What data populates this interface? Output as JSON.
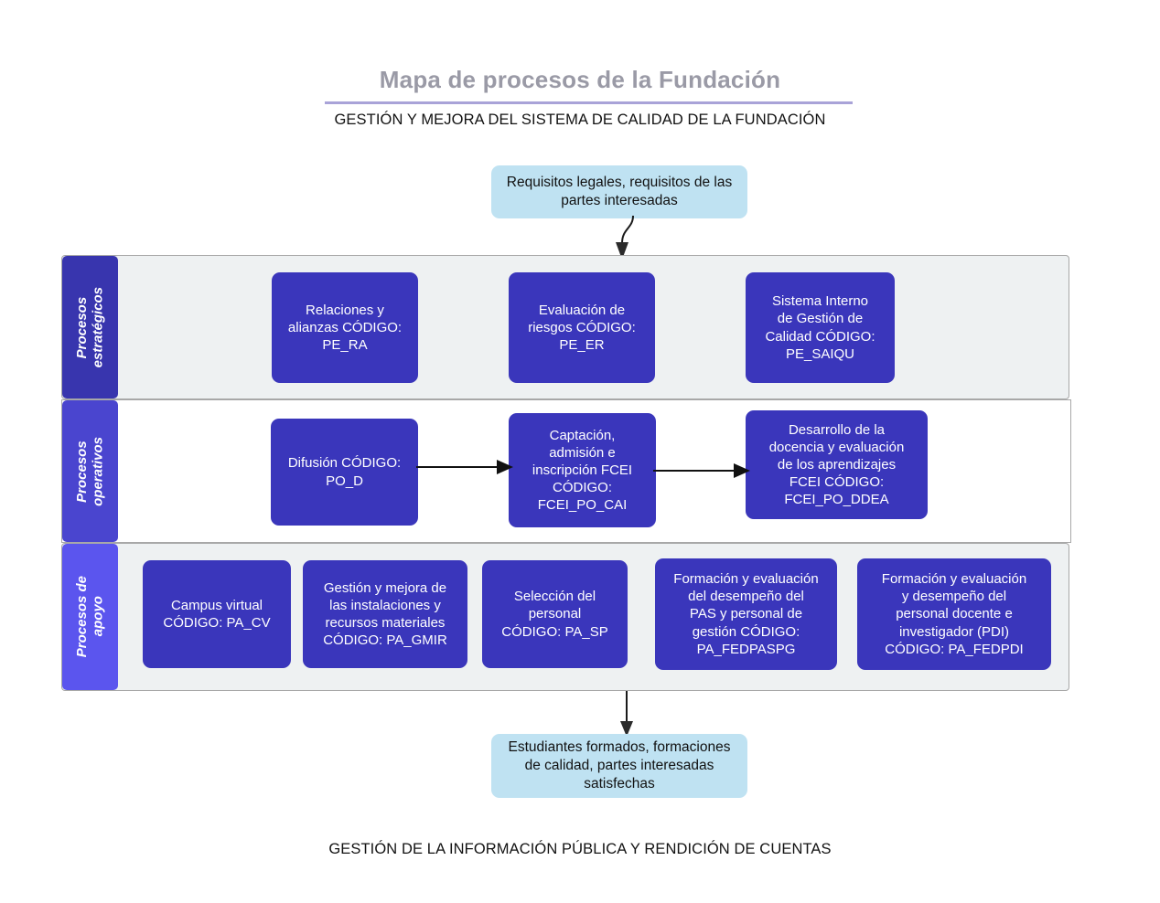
{
  "header": {
    "title": "Mapa de procesos de la Fundación",
    "subtitle": "GESTIÓN Y MEJORA DEL SISTEMA DE CALIDAD DE LA FUNDACIÓN"
  },
  "footer": {
    "band": "GESTIÓN DE LA INFORMACIÓN PÚBLICA Y RENDICIÓN DE CUENTAS"
  },
  "io": {
    "input": "Requisitos legales, requisitos de las partes interesadas",
    "output": "Estudiantes formados, formaciones de calidad, partes interesadas satisfechas"
  },
  "lanes": [
    {
      "id": "strategic",
      "label": "Procesos\nestratégicos",
      "color": "#3835ae",
      "background": "#eef1f2"
    },
    {
      "id": "operative",
      "label": "Procesos\noperativos",
      "color": "#4a45cf",
      "background": "#ffffff"
    },
    {
      "id": "support",
      "label": "Procesos de\napoyo",
      "color": "#5b55ee",
      "background": "#eef1f2"
    }
  ],
  "processes": {
    "strategic": [
      {
        "code": "PE_RA",
        "text": "Relaciones y\nalianzas CÓDIGO:\nPE_RA"
      },
      {
        "code": "PE_ER",
        "text": "Evaluación de\nriesgos CÓDIGO:\nPE_ER"
      },
      {
        "code": "PE_SAIQU",
        "text": "Sistema Interno\nde Gestión de\nCalidad CÓDIGO:\nPE_SAIQU"
      }
    ],
    "operative": [
      {
        "code": "PO_D",
        "text": "Difusión CÓDIGO:\nPO_D"
      },
      {
        "code": "FCEI_PO_CAI",
        "text": "Captación,\nadmisión e\ninscripción FCEI\nCÓDIGO:\nFCEI_PO_CAI"
      },
      {
        "code": "FCEI_PO_DDEA",
        "text": "Desarrollo de la\ndocencia y evaluación\nde los aprendizajes\nFCEI CÓDIGO:\nFCEI_PO_DDEA"
      }
    ],
    "support": [
      {
        "code": "PA_CV",
        "text": "Campus virtual\nCÓDIGO: PA_CV"
      },
      {
        "code": "PA_GMIR",
        "text": "Gestión y mejora de\nlas instalaciones y\nrecursos materiales\nCÓDIGO: PA_GMIR"
      },
      {
        "code": "PA_SP",
        "text": "Selección del\npersonal\nCÓDIGO: PA_SP"
      },
      {
        "code": "PA_FEDPASPG",
        "text": "Formación y evaluación\ndel desempeño del\nPAS y personal de\ngestión CÓDIGO:\nPA_FEDPASPG"
      },
      {
        "code": "PA_FEDPDI",
        "text": "Formación y evaluación\ny desempeño del\npersonal docente e\ninvestigador (PDI)\nCÓDIGO:  PA_FEDPDI"
      }
    ]
  },
  "colors": {
    "process_box": "#3a36bb",
    "io_box": "#bfe2f2",
    "band_gray": "#eef1f2",
    "title_text": "#9a9aa6",
    "title_rule": "#a9a3d8",
    "arrow": "#1a1a1a"
  },
  "flow": {
    "input_to_strategic": "arrow-down",
    "po_d_to_cai": "arrow-right",
    "cai_to_ddea": "arrow-right",
    "support_to_output": "arrow-down"
  }
}
